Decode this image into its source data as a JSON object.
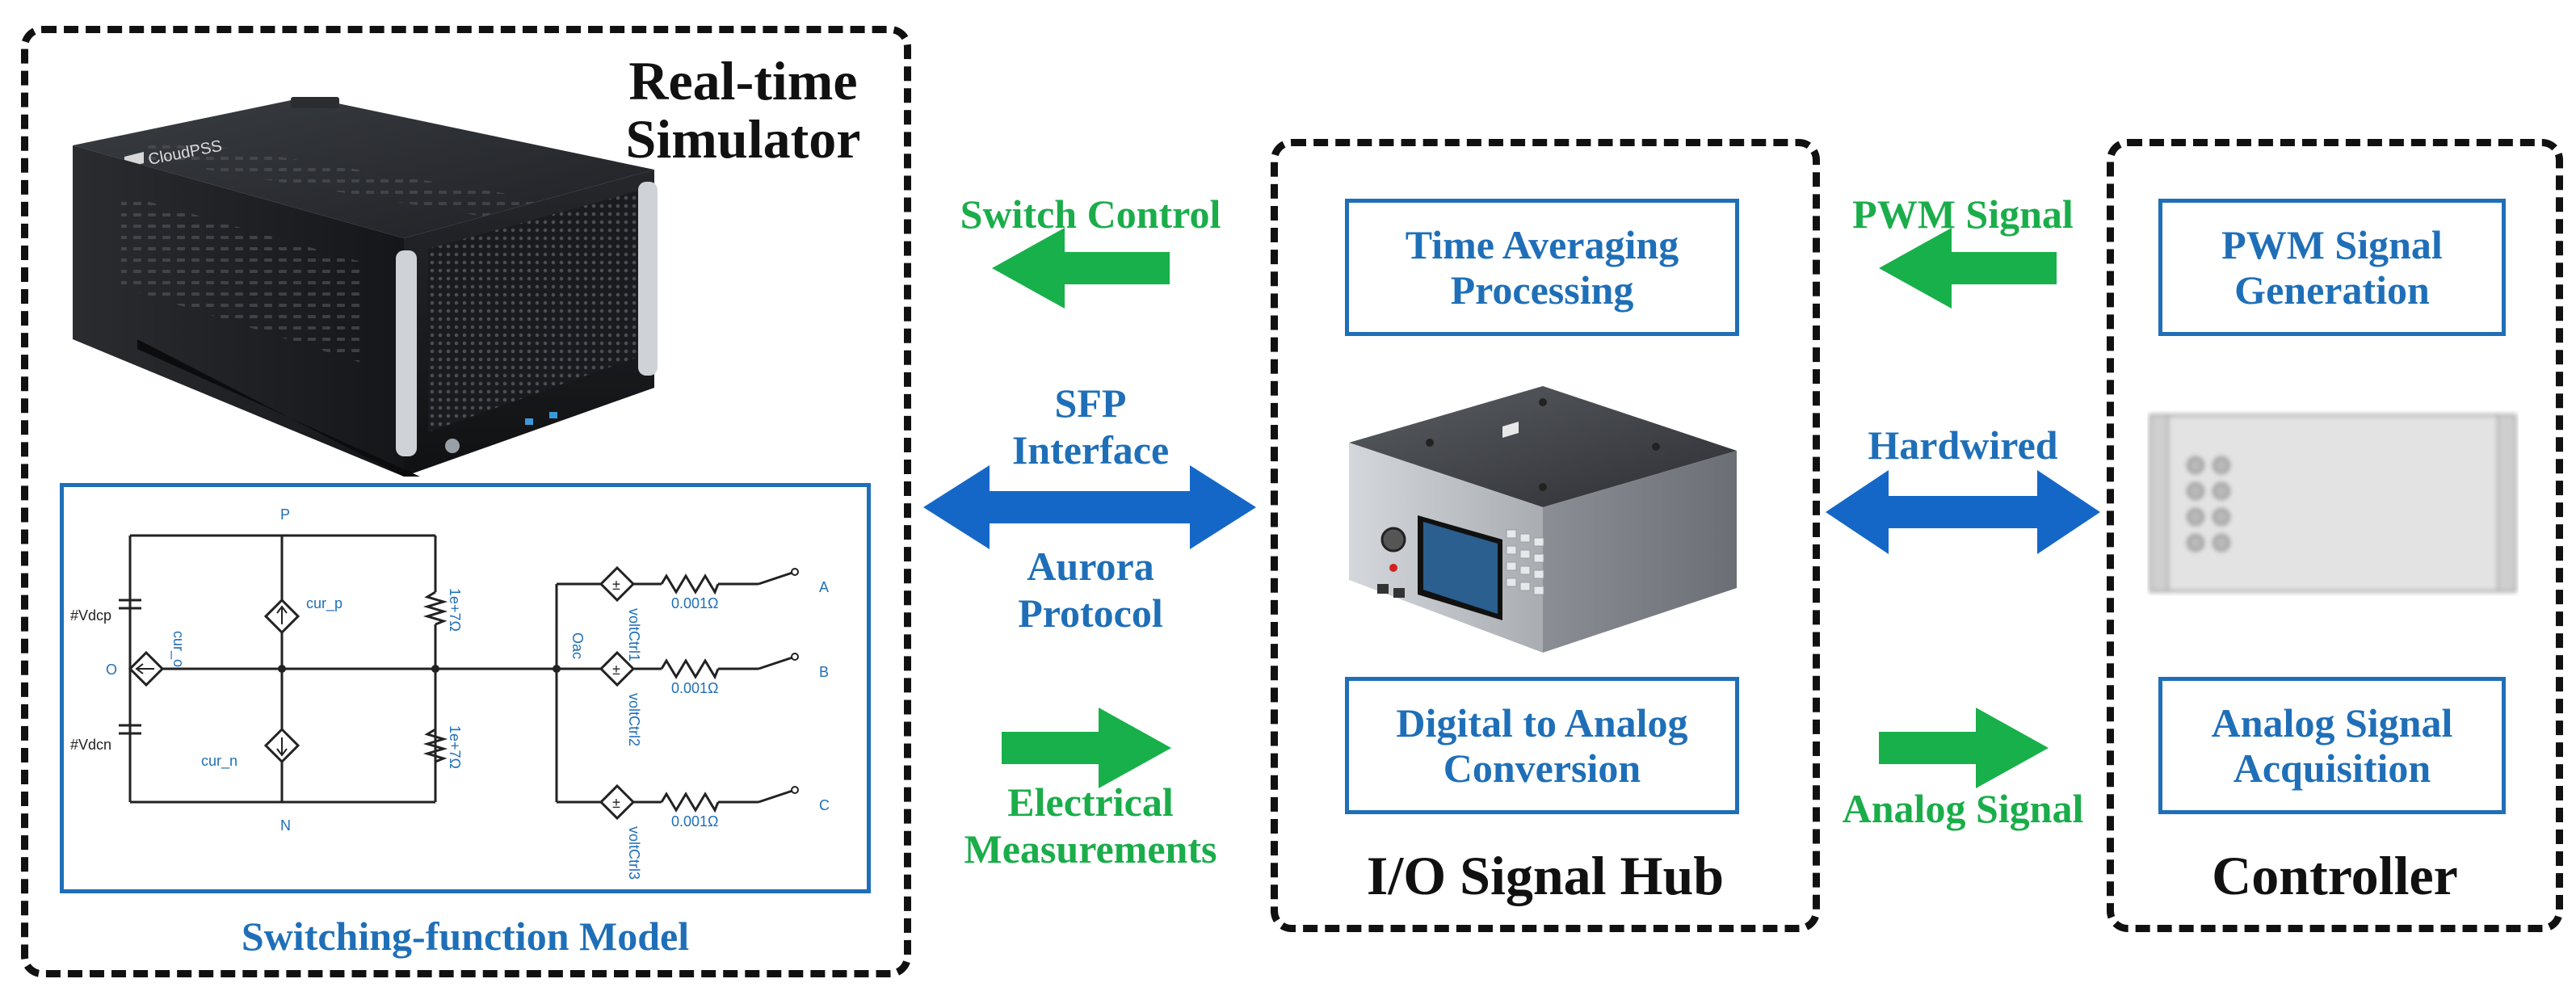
{
  "simulator": {
    "title_line1": "Real-time",
    "title_line2": "Simulator",
    "model_caption": "Switching-function Model",
    "device_brand": "CloudPSS"
  },
  "schematic": {
    "labels": {
      "p": "P",
      "n": "N",
      "o": "O",
      "vdcp": "#Vdcp",
      "vdcn": "#Vdcn",
      "cur_o": "cur_o",
      "cur_p": "cur_p",
      "cur_n": "cur_n",
      "r_big": "1e+7Ω",
      "oac": "Oac",
      "r_small": "0.001Ω",
      "volt1": "voltCtrl1",
      "volt2": "voltCtrl2",
      "volt3": "voltCtrl3",
      "a": "A",
      "b": "B",
      "c": "C"
    }
  },
  "links_left": {
    "switch_control": "Switch Control",
    "sfp_line1": "SFP",
    "sfp_line2": "Interface",
    "aurora_line1": "Aurora",
    "aurora_line2": "Protocol",
    "meas_line1": "Electrical",
    "meas_line2": "Measurements"
  },
  "hub": {
    "title": "I/O Signal Hub",
    "box1_line1": "Time Averaging",
    "box1_line2": "Processing",
    "box2_line1": "Digital to Analog",
    "box2_line2": "Conversion"
  },
  "links_right": {
    "pwm_signal": "PWM Signal",
    "hardwired": "Hardwired",
    "analog_signal": "Analog Signal"
  },
  "controller": {
    "title": "Controller",
    "box1_line1": "PWM Signal",
    "box1_line2": "Generation",
    "box2_line1": "Analog Signal",
    "box2_line2": "Acquisition"
  },
  "colors": {
    "blue": "#1f6fb8",
    "green": "#1aad4a",
    "arrow_blue": "#1567c7",
    "arrow_green": "#18b04a"
  }
}
